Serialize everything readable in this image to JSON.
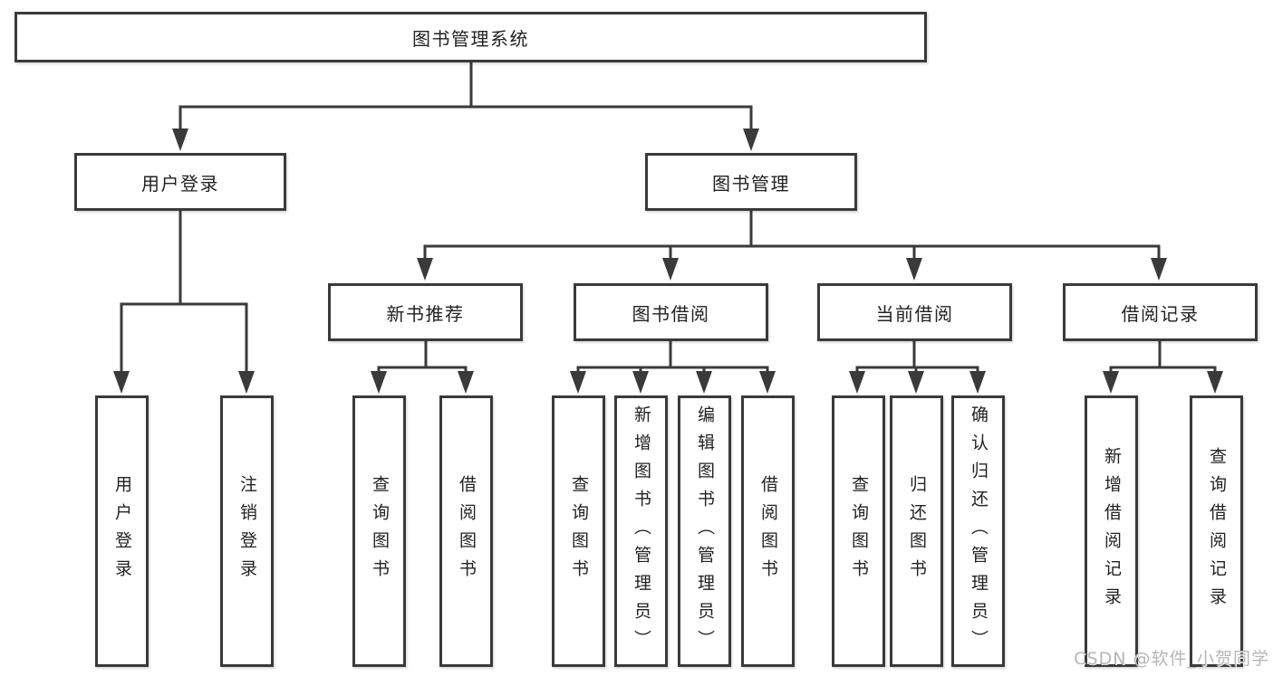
{
  "tree": {
    "root": {
      "label": "图书管理系统"
    },
    "branches": [
      {
        "label": "用户登录",
        "children": [
          {
            "label": "用户登录"
          },
          {
            "label": "注销登录"
          }
        ]
      },
      {
        "label": "图书管理",
        "children": [
          {
            "label": "新书推荐",
            "children": [
              {
                "label": "查询图书"
              },
              {
                "label": "借阅图书"
              }
            ]
          },
          {
            "label": "图书借阅",
            "children": [
              {
                "label": "查询图书"
              },
              {
                "label": "新增图书（管理员）"
              },
              {
                "label": "编辑图书（管理员）"
              },
              {
                "label": "借阅图书"
              }
            ]
          },
          {
            "label": "当前借阅",
            "children": [
              {
                "label": "查询图书"
              },
              {
                "label": "归还图书"
              },
              {
                "label": "确认归还（管理员）"
              }
            ]
          },
          {
            "label": "借阅记录",
            "children": [
              {
                "label": "新增借阅记录"
              },
              {
                "label": "查询借阅记录"
              }
            ]
          }
        ]
      }
    ]
  },
  "watermark": {
    "text": "CSDN @软件_小贺同学"
  },
  "colors": {
    "line": "#3a3a3a",
    "text": "#222222",
    "box_bg": "#ffffff",
    "watermark": "#b6b6b6"
  }
}
